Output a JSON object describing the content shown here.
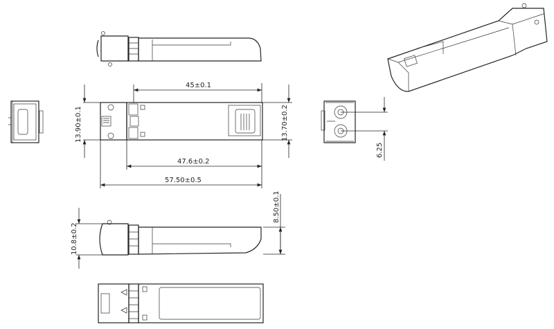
{
  "drawing": {
    "subject": "SFP transceiver module mechanical drawing",
    "views": [
      "top-side",
      "front-end",
      "top-dimensioned",
      "connector-end",
      "side-dimensioned",
      "bottom",
      "isometric"
    ]
  },
  "dimensions": {
    "length_body": "45±0.1",
    "length_mid": "47.6±0.2",
    "length_total": "57.50±0.5",
    "width_latch": "13.90±0.1",
    "width_body": "13.70±0.2",
    "port_pitch": "6.25",
    "height_body": "8.50±0.1",
    "height_latch": "10.8±0.2"
  }
}
